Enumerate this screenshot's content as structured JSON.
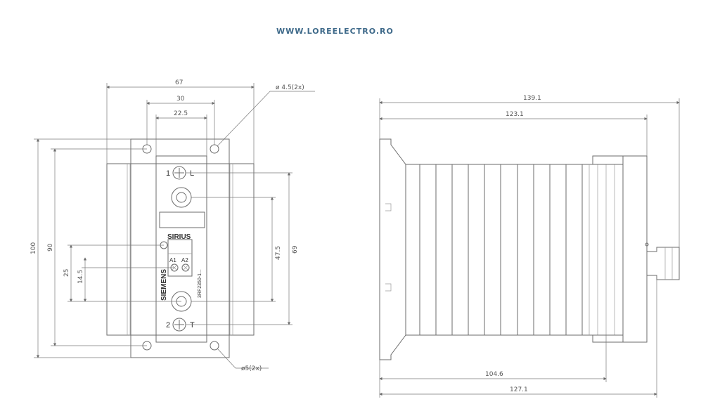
{
  "watermark": "WWW.LOREELECTRO.RO",
  "front_view": {
    "dims": {
      "width_67": "67",
      "width_30": "30",
      "width_22_5": "22.5",
      "height_100": "100",
      "height_90": "90",
      "height_25": "25",
      "height_14_5": "14.5",
      "height_47_5": "47.5",
      "height_69": "69",
      "hole_top": "ø 4.5(2x)",
      "hole_bottom": "ø5(2x)"
    },
    "labels": {
      "terminal1_num": "1",
      "terminal1_letter": "L",
      "terminal2_num": "2",
      "terminal2_letter": "T",
      "brand_sirius": "SIRIUS",
      "a1": "A1",
      "a2": "A2",
      "brand_siemens": "SIEMENS",
      "model": "3RF2350-1..."
    }
  },
  "side_view": {
    "dims": {
      "length_139_1": "139.1",
      "length_123_1": "123.1",
      "length_104_6": "104.6",
      "length_127_1": "127.1"
    }
  },
  "colors": {
    "line": "#6b6b6b",
    "watermark": "#3f6a8a"
  }
}
